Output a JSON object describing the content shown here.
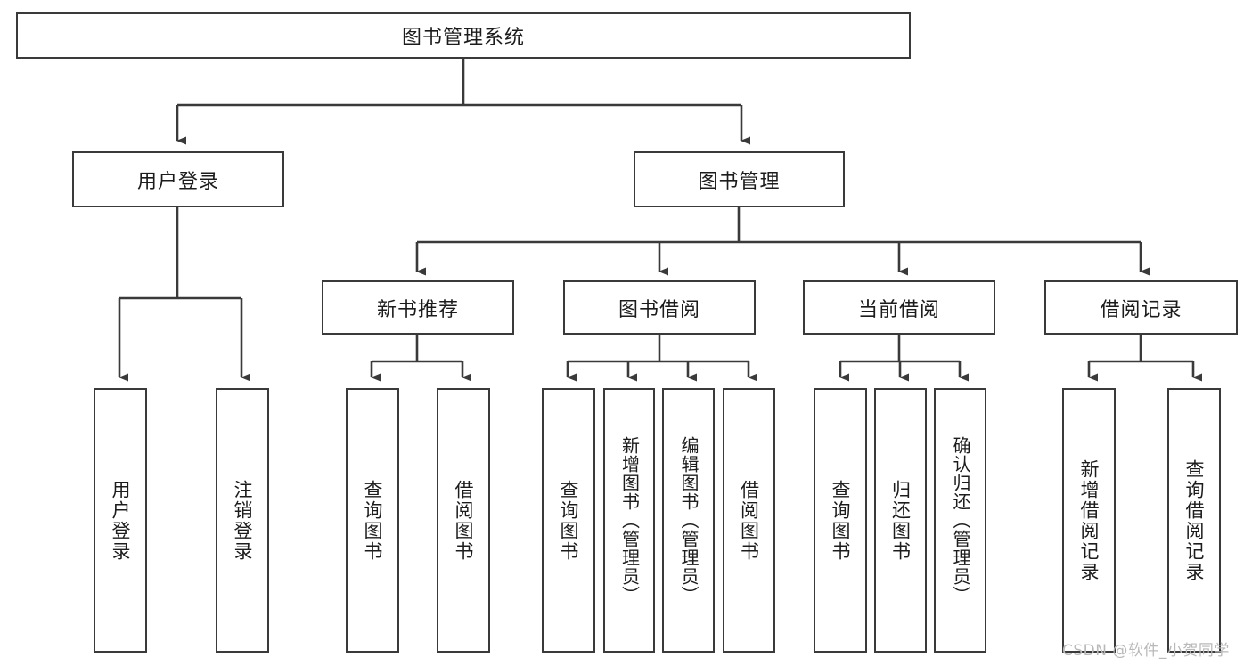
{
  "diagram": {
    "title": "图书管理系统",
    "watermark": "CSDN @软件_小贺同学",
    "nodes": {
      "root": {
        "label": "图书管理系统"
      },
      "level2": [
        {
          "id": "user-login",
          "label": "用户登录"
        },
        {
          "id": "book-manage",
          "label": "图书管理"
        }
      ],
      "level3": [
        {
          "id": "new-book-recommend",
          "label": "新书推荐"
        },
        {
          "id": "book-borrow",
          "label": "图书借阅"
        },
        {
          "id": "current-borrow",
          "label": "当前借阅"
        },
        {
          "id": "borrow-record",
          "label": "借阅记录"
        }
      ],
      "leaves": {
        "user_login": [
          {
            "id": "leaf-user-login",
            "label": "用户登录"
          },
          {
            "id": "leaf-logout-login",
            "label": "注销登录"
          }
        ],
        "new_book_recommend": [
          {
            "id": "leaf-query-book-1",
            "label": "查询图书"
          },
          {
            "id": "leaf-borrow-book-1",
            "label": "借阅图书"
          }
        ],
        "book_borrow": [
          {
            "id": "leaf-query-book-2",
            "label": "查询图书"
          },
          {
            "id": "leaf-add-book",
            "label": "新增图书（管理员）"
          },
          {
            "id": "leaf-edit-book",
            "label": "编辑图书（管理员）"
          },
          {
            "id": "leaf-borrow-book-2",
            "label": "借阅图书"
          }
        ],
        "current_borrow": [
          {
            "id": "leaf-query-book-3",
            "label": "查询图书"
          },
          {
            "id": "leaf-return-book",
            "label": "归还图书"
          },
          {
            "id": "leaf-confirm-return",
            "label": "确认归还（管理员）"
          }
        ],
        "borrow_record": [
          {
            "id": "leaf-add-record",
            "label": "新增借阅记录"
          },
          {
            "id": "leaf-query-record",
            "label": "查询借阅记录"
          }
        ]
      }
    },
    "colors": {
      "stroke": "#3a3a3a",
      "background": "#ffffff",
      "text": "#1c1c1c",
      "watermark": "#b9b9b9"
    }
  }
}
